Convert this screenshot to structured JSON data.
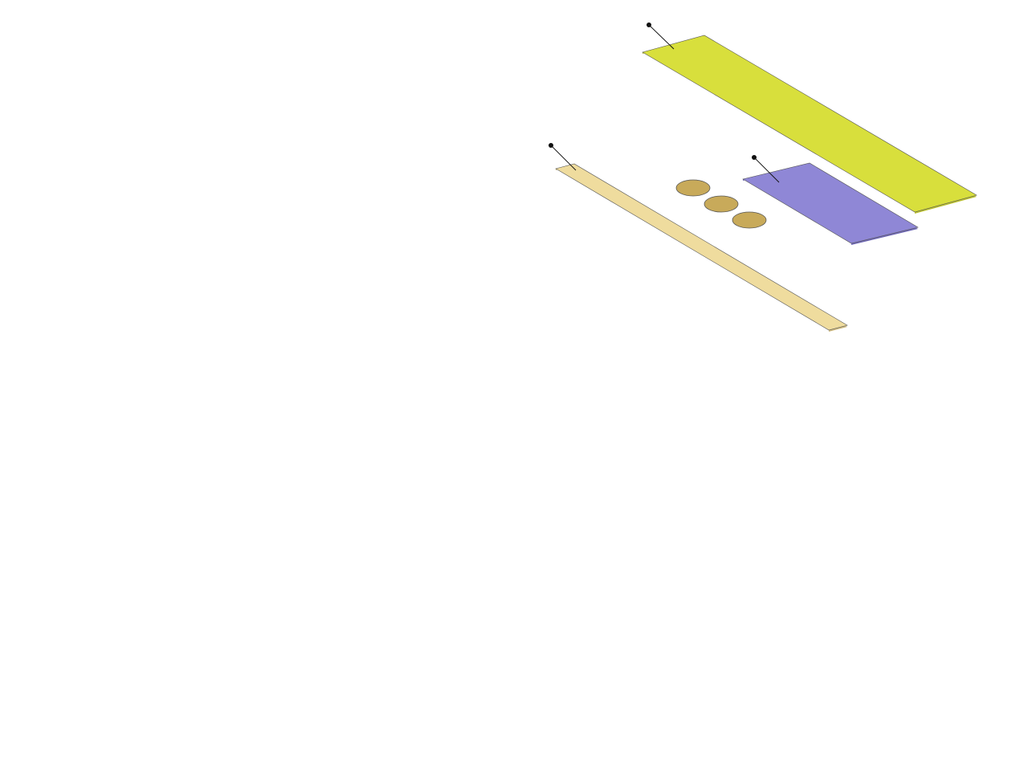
{
  "diagram": {
    "background_color": "#ffffff",
    "outline_color": "#333333",
    "callout_color": "#111111",
    "layers": [
      {
        "id": "top-layer",
        "color": "#d8df3c"
      },
      {
        "id": "middle-layer",
        "color": "#8f87d6"
      },
      {
        "id": "bottom-layer",
        "color": "#efdc9e"
      }
    ],
    "holes": {
      "count": 3,
      "color": "#c8aa5a"
    },
    "callouts": [
      {
        "target": "top-layer"
      },
      {
        "target": "middle-layer"
      },
      {
        "target": "bottom-layer"
      }
    ]
  }
}
